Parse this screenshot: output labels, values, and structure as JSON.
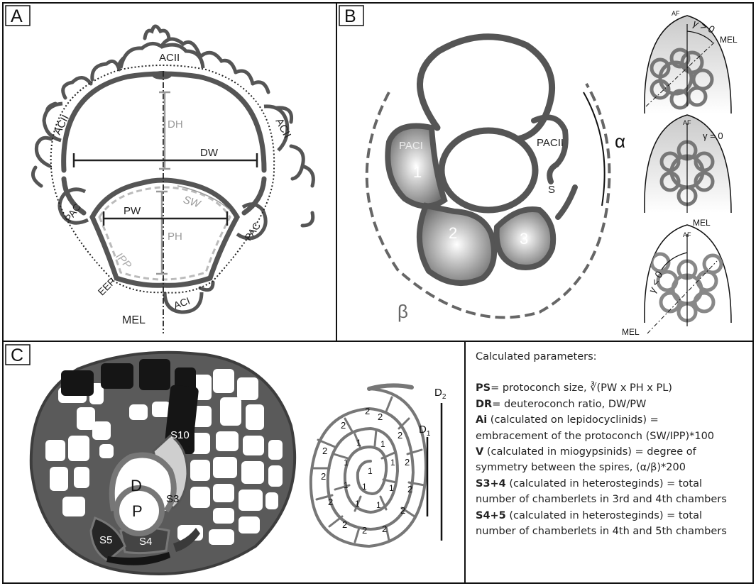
{
  "panels": {
    "a": {
      "tag": "A",
      "labels": {
        "acii_top": "ACII",
        "acii_left": "ACII",
        "acii_right": "ACII",
        "dh": "DH",
        "dw": "DW",
        "pw": "PW",
        "sw": "SW",
        "ph": "PH",
        "ipp": "IPP",
        "pac_left": "PAC",
        "pac_right": "PAC",
        "eep": "EEP",
        "aci": "ACI",
        "mel": "MEL"
      }
    },
    "b": {
      "tag": "B",
      "labels": {
        "paci": "PACI",
        "pacii": "PACII",
        "alpha": "α",
        "beta": "β",
        "s": "S",
        "c1": "1",
        "c2": "2",
        "c3": "3"
      },
      "insets": [
        {
          "af": "AF",
          "gamma": "γ > 0",
          "mel": "MEL"
        },
        {
          "af": "AF",
          "gamma": "γ = 0",
          "mel": "MEL"
        },
        {
          "af": "AF",
          "gamma": "γ < 0",
          "mel": "MEL"
        }
      ]
    },
    "c": {
      "tag": "C",
      "labels": {
        "d": "D",
        "p": "P",
        "s3": "S3",
        "s4": "S4",
        "s5": "S5",
        "s10": "S10",
        "d1": "D",
        "d1_sub": "1",
        "d2": "D",
        "d2_sub": "2",
        "spiral_one": "1",
        "spiral_two": "2"
      }
    }
  },
  "parameters": {
    "header": "Calculated parameters:",
    "items": [
      {
        "key": "PS",
        "lines": [
          "= protoconch size, ∛(PW x PH x PL)"
        ]
      },
      {
        "key": "DR",
        "lines": [
          "= deuteroconch ratio, DW/PW"
        ]
      },
      {
        "key": "Ai",
        "lines": [
          " (calculated on lepidocyclinids) =",
          "embracement of the protoconch (SW/IPP)*100"
        ]
      },
      {
        "key": "V",
        "lines": [
          " (calculated in miogypsinids) = degree of",
          "symmetry between the spires, (α/β)*200"
        ]
      },
      {
        "key": "S3+4",
        "lines": [
          " (calculated in heterosteginds) = total",
          "number of chamberlets in 3rd and 4th chambers"
        ]
      },
      {
        "key": "S4+5",
        "lines": [
          " (calculated in heterosteginds) = total",
          "number of chamberlets in 4th and 5th chambers"
        ]
      }
    ]
  }
}
